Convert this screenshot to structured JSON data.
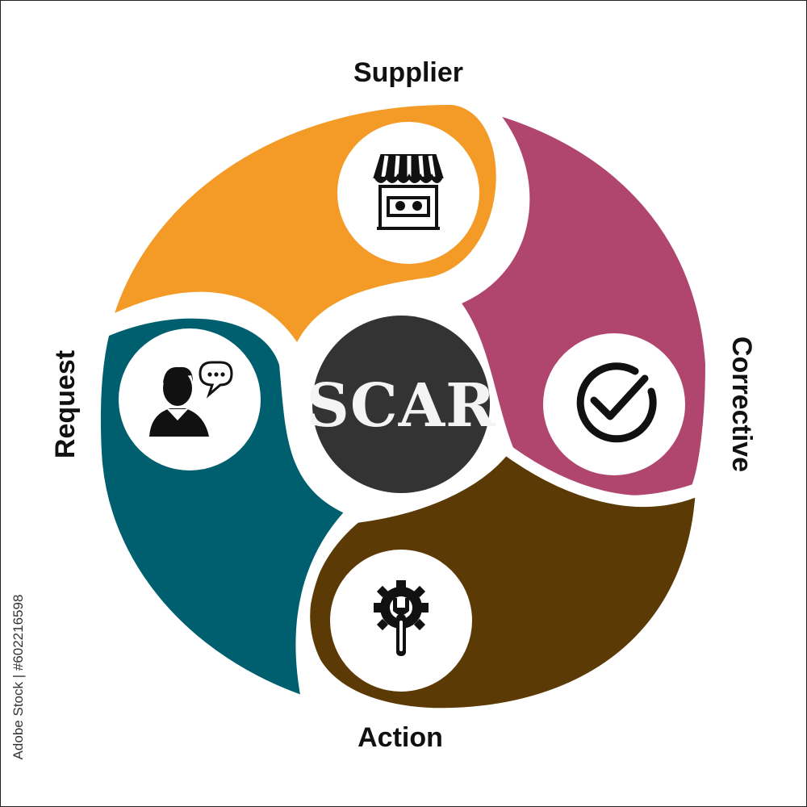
{
  "title": "SCAR",
  "segments": [
    {
      "id": "supplier",
      "label": "Supplier",
      "color": "#f39a27",
      "icon": "store-icon"
    },
    {
      "id": "corrective",
      "label": "Corrective",
      "color": "#b0466e",
      "icon": "check-circle-icon"
    },
    {
      "id": "action",
      "label": "Action",
      "color": "#5c3a06",
      "icon": "wrench-gear-icon"
    },
    {
      "id": "request",
      "label": "Request",
      "color": "#005f6e",
      "icon": "person-speech-icon"
    }
  ],
  "colors": {
    "center": "#333333",
    "icon": "#111111",
    "circle_fill": "#ffffff"
  },
  "stock_id": "Adobe Stock | #602216598"
}
